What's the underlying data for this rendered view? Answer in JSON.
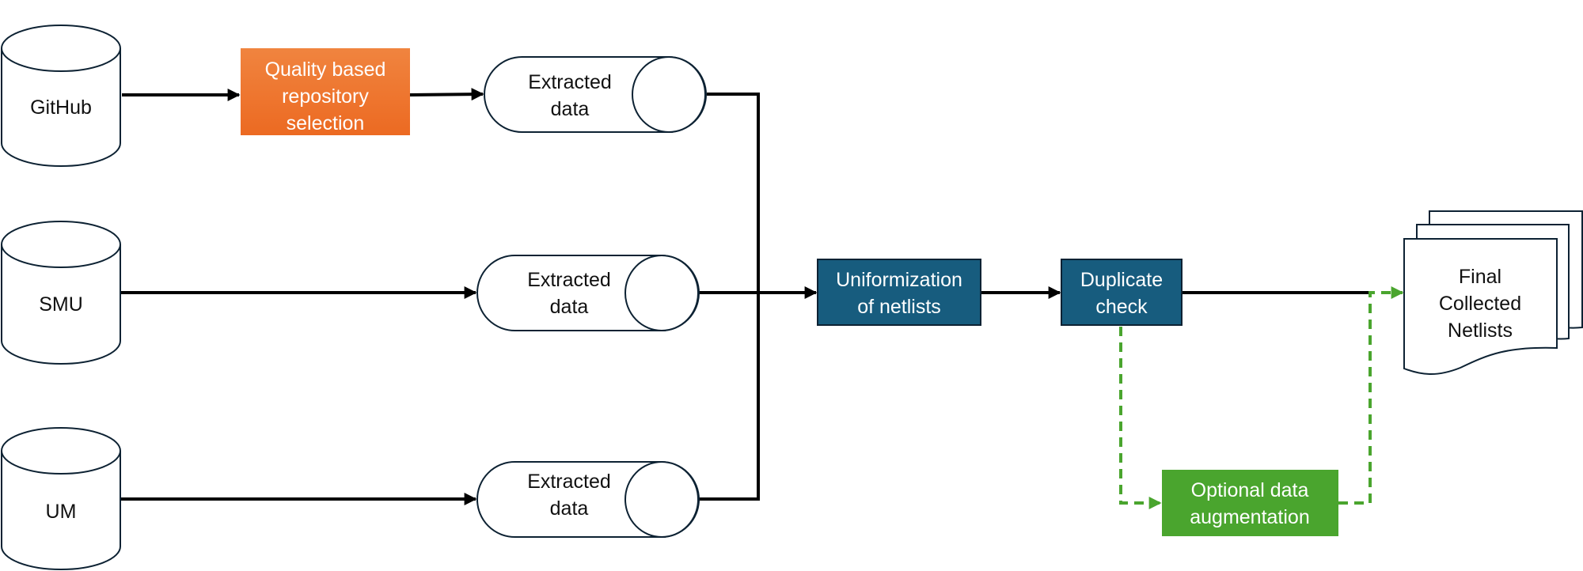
{
  "nodes": {
    "github": "GitHub",
    "smu": "SMU",
    "um": "UM",
    "quality_selection": [
      "Quality based",
      "repository",
      "selection"
    ],
    "extracted_1": [
      "Extracted",
      "data"
    ],
    "extracted_2": [
      "Extracted",
      "data"
    ],
    "extracted_3": [
      "Extracted",
      "data"
    ],
    "uniformization": [
      "Uniformization",
      "of netlists"
    ],
    "duplicate_check": [
      "Duplicate",
      "check"
    ],
    "optional_augmentation": [
      "Optional data",
      "augmentation"
    ],
    "final_netlists": [
      "Final",
      "Collected",
      "Netlists"
    ]
  },
  "colors": {
    "orange": "#ef6f2b",
    "orange_light": "#f0843f",
    "blue": "#175c7e",
    "green": "#4aa52e",
    "outline": "#0d2233",
    "arrow": "#000000"
  }
}
